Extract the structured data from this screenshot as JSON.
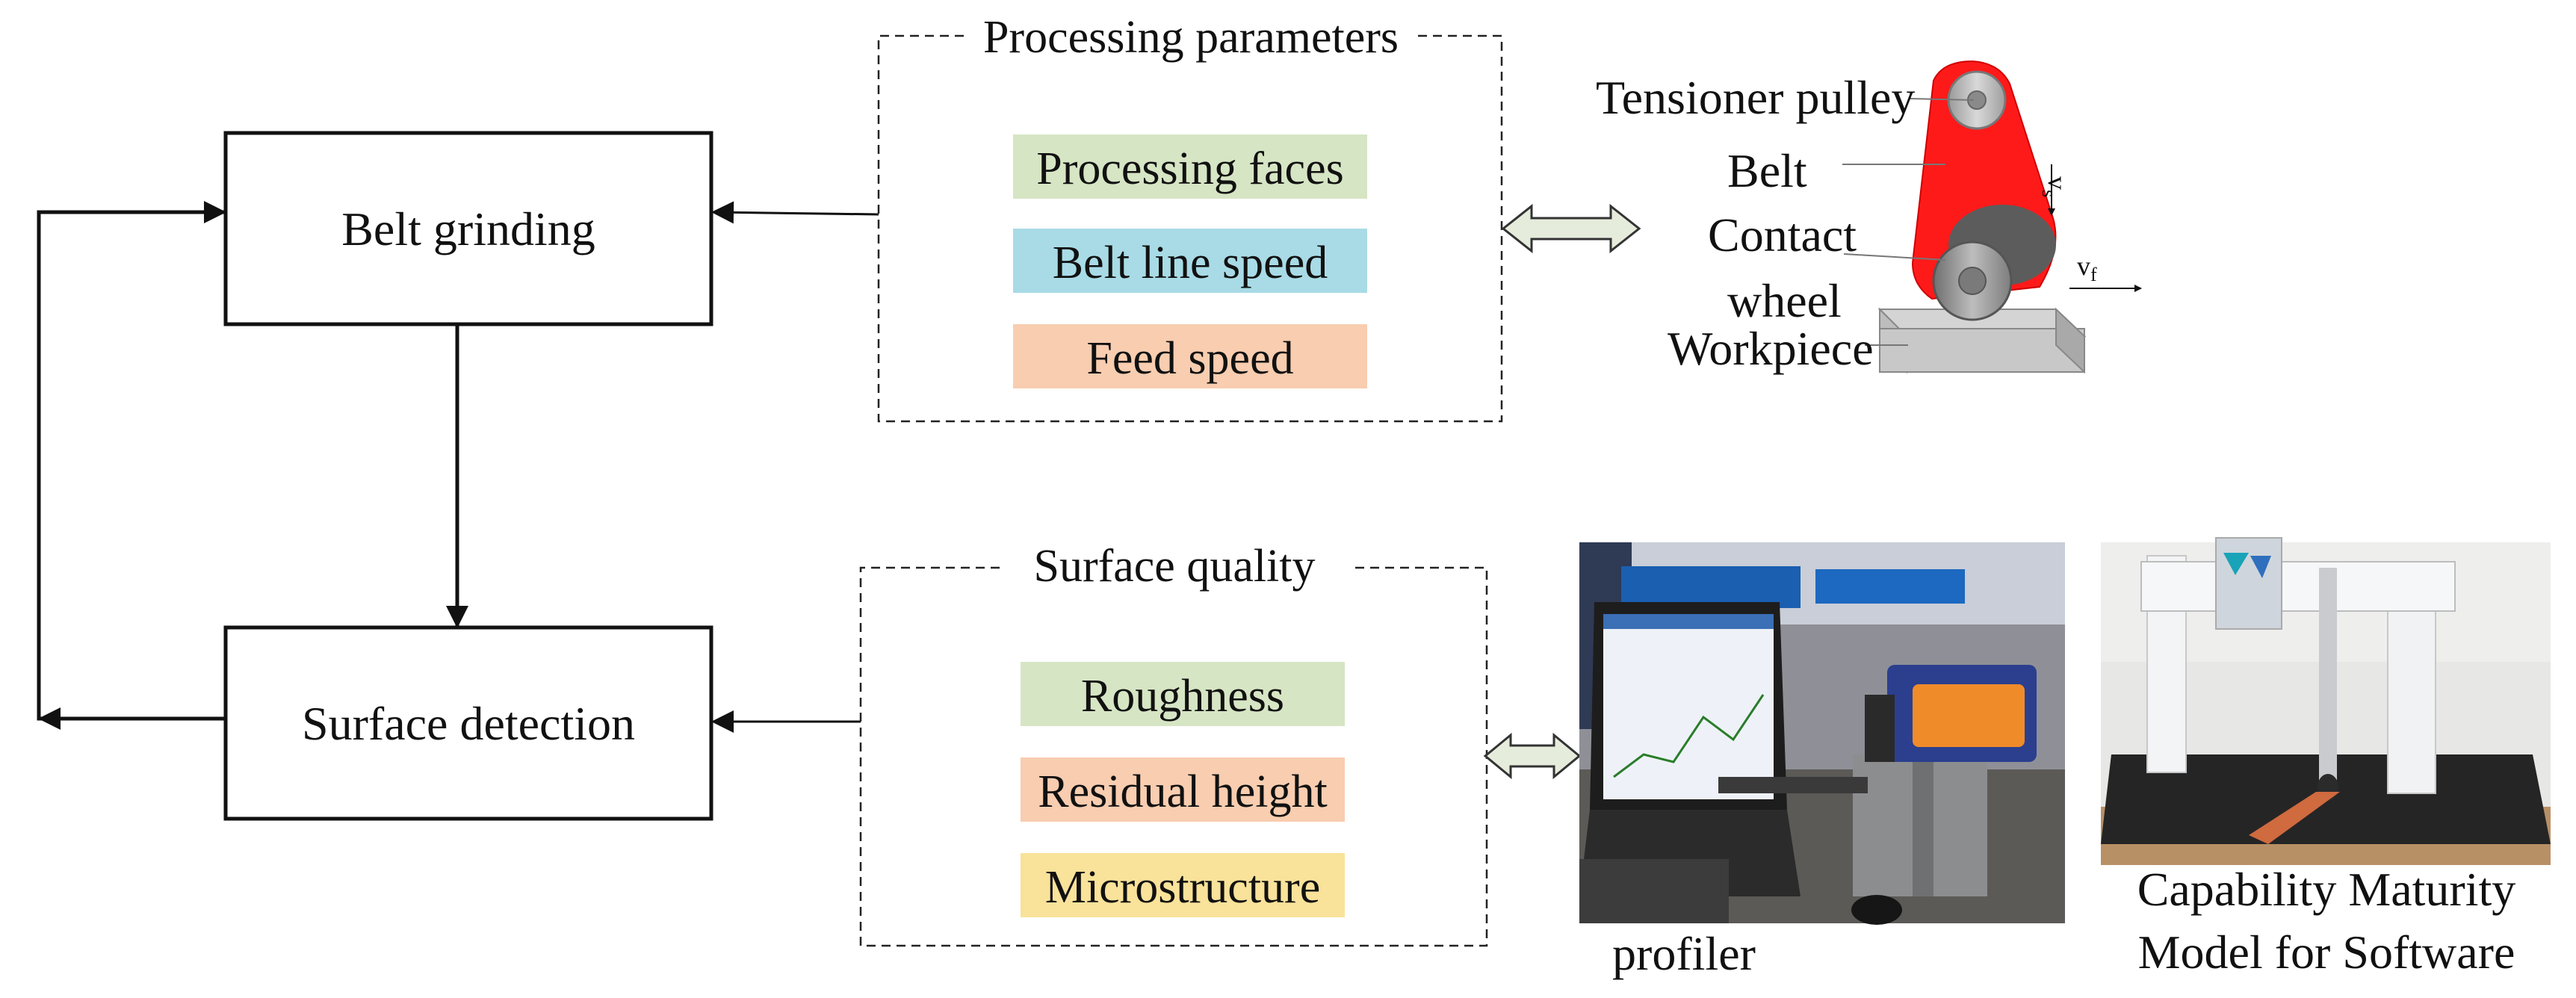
{
  "blocks": {
    "belt_grinding": "Belt grinding",
    "surface_detection": "Surface detection"
  },
  "processing_group": {
    "title": "Processing parameters",
    "items": [
      {
        "label": "Processing faces",
        "color": "#d6e5c4"
      },
      {
        "label": "Belt line speed",
        "color": "#a8dbe6"
      },
      {
        "label": "Feed speed",
        "color": "#f8cdb0"
      }
    ]
  },
  "quality_group": {
    "title": "Surface quality",
    "items": [
      {
        "label": "Roughness",
        "color": "#d6e5c4"
      },
      {
        "label": "Residual height",
        "color": "#f8cdb0"
      },
      {
        "label": "Microstructure",
        "color": "#f9e29a"
      }
    ]
  },
  "grinder_illustration": {
    "tensioner_pulley": "Tensioner pulley",
    "belt": "Belt",
    "contact_wheel_line1": "Contact",
    "contact_wheel_line2": "wheel",
    "workpiece": "Workpiece",
    "vs_symbol": "v",
    "vs_sub": "s",
    "vf_symbol": "v",
    "vf_sub": "f",
    "belt_color": "#ff1a1a"
  },
  "photos": {
    "profiler_caption": "profiler",
    "cmm_caption_line1": "Capability Maturity",
    "cmm_caption_line2": "Model for Software"
  },
  "colors": {
    "double_arrow_fill": "#e6ecdb",
    "double_arrow_stroke": "#333333"
  }
}
